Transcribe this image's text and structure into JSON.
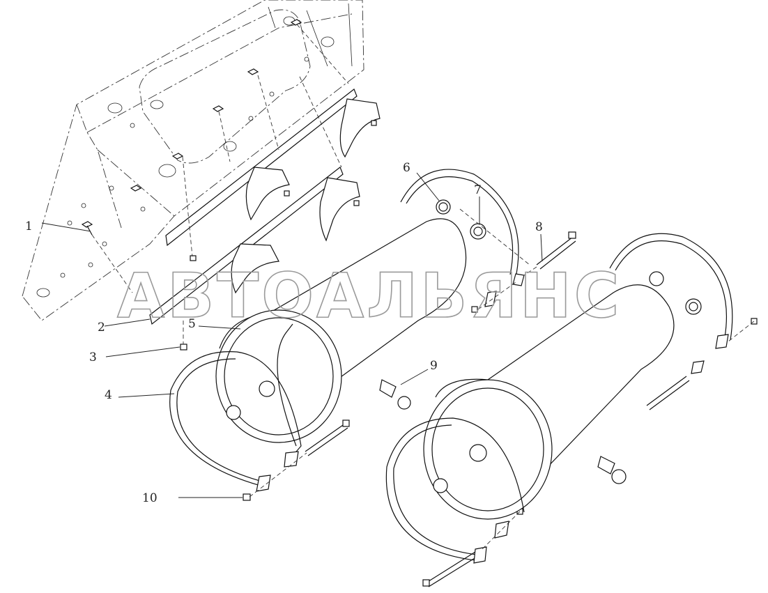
{
  "watermark": "АВТОАЛЬЯНС",
  "callouts": [
    "1",
    "2",
    "3",
    "4",
    "5",
    "6",
    "7",
    "8",
    "9",
    "10"
  ]
}
